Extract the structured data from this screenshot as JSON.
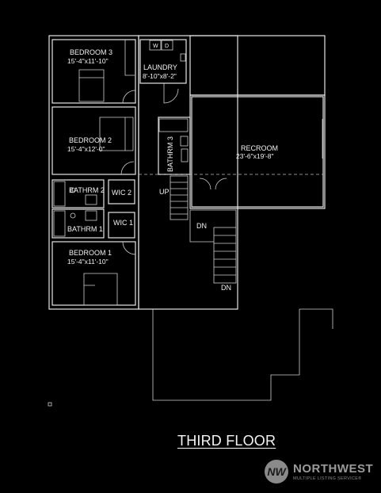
{
  "floor_title": "THIRD FLOOR",
  "rooms": {
    "bedroom3": {
      "name": "BEDROOM  3",
      "dims": "15'-4\"x11'-10\""
    },
    "laundry": {
      "name": "LAUNDRY",
      "dims": "8'-10\"x8'-2\""
    },
    "bedroom2": {
      "name": "BEDROOM 2",
      "dims": "15'-4\"x12'-0\""
    },
    "bathroom3": {
      "name": "BATHRM 3"
    },
    "recroom": {
      "name": "RECROOM",
      "dims": "23'-6\"x19'-8\""
    },
    "bathroom2": {
      "name": "BATHRM 2"
    },
    "wic2": {
      "name": "WIC 2"
    },
    "bathroom1": {
      "name": "BATHRM 1"
    },
    "wic1": {
      "name": "WIC 1"
    },
    "bedroom1": {
      "name": "BEDROOM  1",
      "dims": "15'-4\"x11'-10\""
    }
  },
  "labels": {
    "up": "UP",
    "dn_top": "DN",
    "dn_bottom": "DN",
    "washer": "W",
    "dryer": "D"
  },
  "logo": {
    "mark": "NW",
    "name": "NORTHWEST",
    "sub": "MULTIPLE LISTING SERVICE®"
  }
}
